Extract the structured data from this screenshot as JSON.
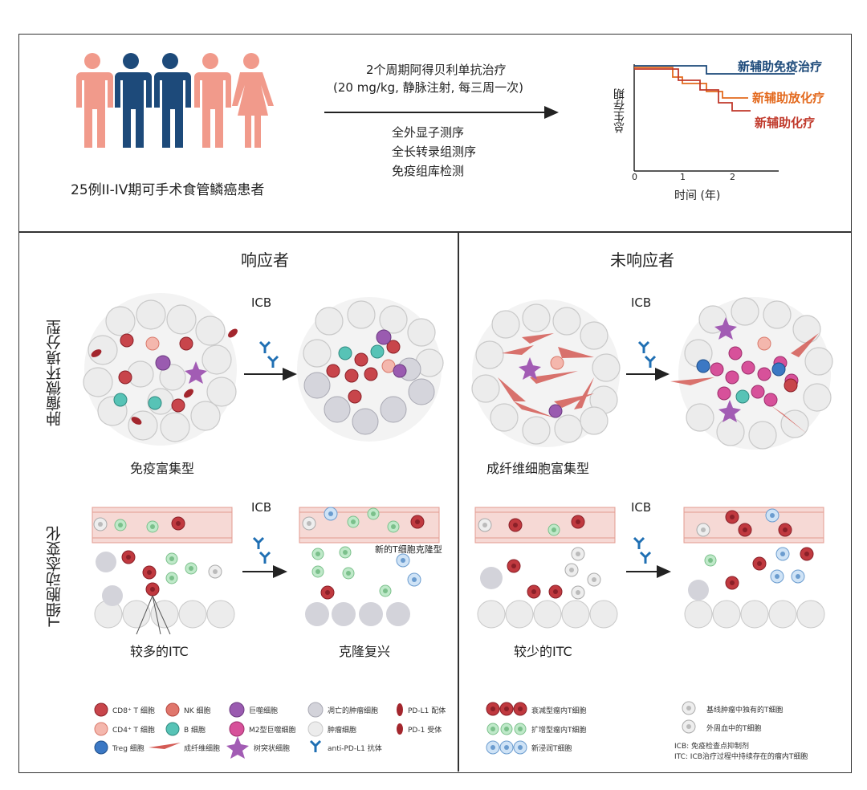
{
  "top": {
    "patients_label": "25例II-IV期可手术食管鳞癌患者",
    "treatment_line1": "2个周期阿得贝利单抗治疗",
    "treatment_line2": "(20 mg/kg, 静脉注射, 每三周一次)",
    "assay1": "全外显子测序",
    "assay2": "全长转录组测序",
    "assay3": "免疫组库检测",
    "survival": {
      "ylabel": "总生存期",
      "xlabel": "时间 (年)",
      "ticks": [
        "0",
        "1",
        "2"
      ],
      "series": [
        {
          "name": "新辅助免疫治疗",
          "color": "#1d4a7a"
        },
        {
          "name": "新辅助放化疗",
          "color": "#e3691d"
        },
        {
          "name": "新辅助化疗",
          "color": "#c0392b"
        }
      ]
    }
  },
  "responder": {
    "title": "响应者",
    "icb": "ICB",
    "type_label": "免疫富集型",
    "icb2": "ICB",
    "less_itc_label": "较多的ITC",
    "revival_label": "克隆复兴",
    "new_clone_label": "新的T细胞克隆型"
  },
  "nonresponder": {
    "title": "未响应者",
    "icb": "ICB",
    "type_label": "成纤维细胞富集型",
    "icb2": "ICB",
    "less_itc_label": "较少的ITC"
  },
  "side_labels": {
    "tme": "肿瘤微环境分型",
    "tcell": "T细胞动态变化"
  },
  "legend_left": [
    {
      "label": "CD8⁺ T 细胞",
      "icon": "cd8-cell-icon"
    },
    {
      "label": "NK 细胞",
      "icon": "nk-cell-icon"
    },
    {
      "label": "巨噬细胞",
      "icon": "macrophage-icon"
    },
    {
      "label": "凋亡的肿瘤细胞",
      "icon": "apoptotic-tumor-icon"
    },
    {
      "label": "PD-L1 配体",
      "icon": "pdl1-ligand-icon"
    },
    {
      "label": "CD4⁺ T 细胞",
      "icon": "cd4-cell-icon"
    },
    {
      "label": "B 细胞",
      "icon": "b-cell-icon"
    },
    {
      "label": "M2型巨噬细胞",
      "icon": "m2-macrophage-icon"
    },
    {
      "label": "肿瘤细胞",
      "icon": "tumor-cell-icon"
    },
    {
      "label": "PD-1 受体",
      "icon": "pd1-receptor-icon"
    },
    {
      "label": "Treg 细胞",
      "icon": "treg-cell-icon"
    },
    {
      "label": "成纤维细胞",
      "icon": "fibroblast-icon"
    },
    {
      "label": "树突状细胞",
      "icon": "dendritic-cell-icon"
    },
    {
      "label": "anti-PD-L1 抗体",
      "icon": "antibody-icon"
    }
  ],
  "legend_right": {
    "exhausted": "衰减型瘤内T细胞",
    "expanded": "扩增型瘤内T细胞",
    "new_infiltrating": "新浸润T细胞",
    "baseline_unique": "基线肿瘤中独有的T细胞",
    "peripheral": "外周血中的T细胞",
    "note1": "ICB: 免疫检查点抑制剂",
    "note2": "ITC: ICB治疗过程中持续存在的瘤内T细胞"
  }
}
